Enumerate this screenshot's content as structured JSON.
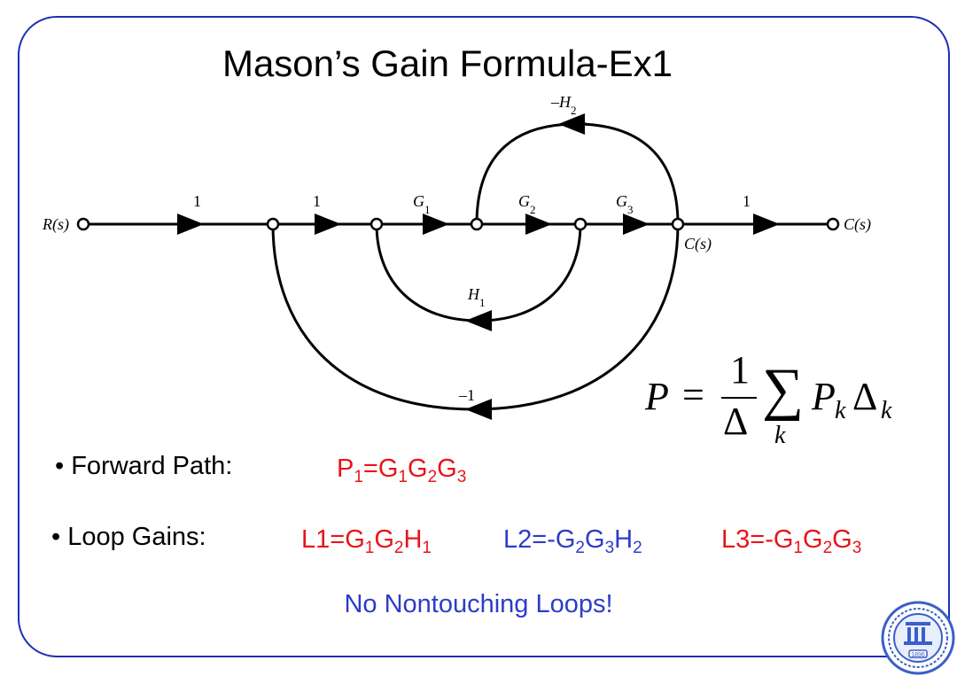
{
  "title": "Mason’s Gain Formula-Ex1",
  "graph": {
    "input_node": "R(s)",
    "output_node": "C(s)",
    "internal_node": "C(s)",
    "branches": [
      "1",
      "1",
      "G1",
      "G2",
      "G3",
      "1"
    ],
    "feedback": {
      "minus_h2": "–H2",
      "h1": "H1",
      "minus_one": "–1"
    }
  },
  "formula": {
    "lhs": "P",
    "eq": "=",
    "num": "1",
    "den": "Δ",
    "sum": "∑",
    "sum_index": "k",
    "term_p": "P",
    "term_k": "k",
    "term_delta": "Δ",
    "term_k2": "k"
  },
  "forward_path": {
    "label": "• Forward Path:",
    "expr": {
      "p": "P",
      "p_sub": "1",
      "eq": "=G",
      "g1": "1",
      "g": "G",
      "g2": "2",
      "g_b": "G",
      "g3": "3"
    }
  },
  "loop_gains": {
    "label": "• Loop Gains:",
    "l1": {
      "a": "L1=G",
      "s1": "1",
      "b": "G",
      "s2": "2",
      "c": "H",
      "s3": "1"
    },
    "l2": {
      "a": "L2=-G",
      "s1": "2",
      "b": "G",
      "s2": "3",
      "c": "H",
      "s3": "2"
    },
    "l3": {
      "a": "L3=-G",
      "s1": "1",
      "b": "G",
      "s2": "2",
      "c": "G",
      "s3": "3"
    }
  },
  "note": "No Nontouching Loops!",
  "colors": {
    "frame": "#1f2fb5",
    "red": "#e8141a",
    "blue": "#2d3cc8"
  },
  "logo_text": "1896"
}
